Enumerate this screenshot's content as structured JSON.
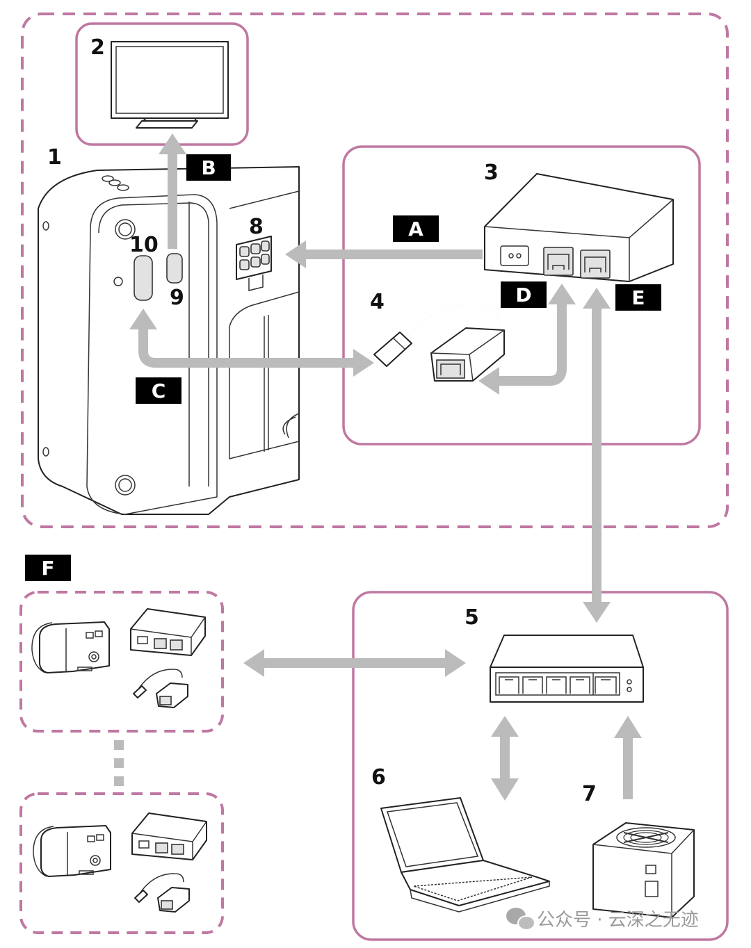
{
  "diagram": {
    "title": "Multi-camera network connection diagram",
    "colors": {
      "group_border": "#bf78a2",
      "arrow": "#bbbbbb",
      "label_bg": "#000000",
      "label_text": "#ffffff",
      "number_text": "#111111"
    },
    "numbers": {
      "n1": "1",
      "n2": "2",
      "n3": "3",
      "n4": "4",
      "n5": "5",
      "n6": "6",
      "n7": "7",
      "n8": "8",
      "n9": "9",
      "n10": "10"
    },
    "connection_labels": {
      "A": "A",
      "B": "B",
      "C": "C",
      "D": "D",
      "E": "E",
      "F": "F"
    },
    "components": [
      {
        "id": "1",
        "name": "Camera body"
      },
      {
        "id": "2",
        "name": "Monitor"
      },
      {
        "id": "3",
        "name": "Adapter box (DC power + 2 LAN ports)"
      },
      {
        "id": "4",
        "name": "USB-to-LAN adapter"
      },
      {
        "id": "5",
        "name": "Network switch (5 ports)"
      },
      {
        "id": "6",
        "name": "Laptop computer"
      },
      {
        "id": "7",
        "name": "Power supply"
      },
      {
        "id": "8",
        "name": "Power connector"
      },
      {
        "id": "9",
        "name": "HDMI port"
      },
      {
        "id": "10",
        "name": "USB port"
      }
    ],
    "connections": [
      {
        "label": "A",
        "from": "3",
        "to": "8",
        "direction": "one-way"
      },
      {
        "label": "B",
        "from": "9",
        "to": "2",
        "direction": "one-way"
      },
      {
        "label": "C",
        "from": "10",
        "to": "4",
        "direction": "two-way"
      },
      {
        "label": "D",
        "from": "4",
        "to": "3",
        "direction": "two-way"
      },
      {
        "label": "E",
        "from": "3",
        "to": "5",
        "direction": "two-way"
      },
      {
        "label": "F",
        "from": "additional camera sets",
        "to": "5",
        "direction": "two-way"
      }
    ],
    "watermark": "公众号 · 云深之无迹"
  }
}
